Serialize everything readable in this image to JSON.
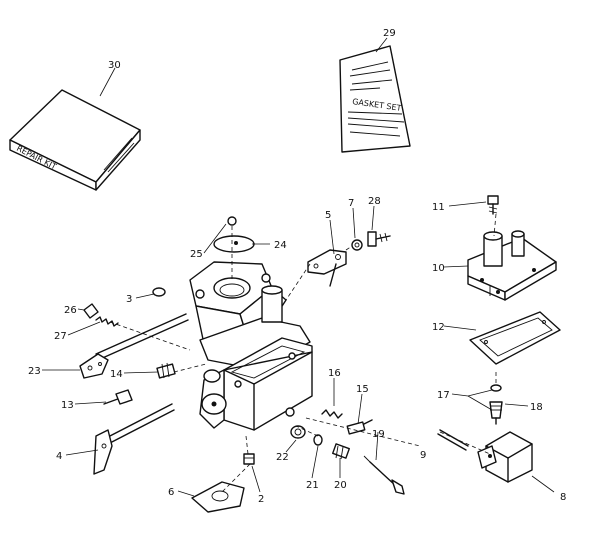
{
  "diagram": {
    "callouts": [
      {
        "id": "c30",
        "label": "30"
      },
      {
        "id": "c29",
        "label": "29"
      },
      {
        "id": "c11",
        "label": "11"
      },
      {
        "id": "c10",
        "label": "10"
      },
      {
        "id": "c12",
        "label": "12"
      },
      {
        "id": "c17",
        "label": "17"
      },
      {
        "id": "c18",
        "label": "18"
      },
      {
        "id": "c9",
        "label": "9"
      },
      {
        "id": "c8",
        "label": "8"
      },
      {
        "id": "c28",
        "label": "28"
      },
      {
        "id": "c7",
        "label": "7"
      },
      {
        "id": "c5",
        "label": "5"
      },
      {
        "id": "c24",
        "label": "24"
      },
      {
        "id": "c25",
        "label": "25"
      },
      {
        "id": "c3",
        "label": "3"
      },
      {
        "id": "c26",
        "label": "26"
      },
      {
        "id": "c27",
        "label": "27"
      },
      {
        "id": "c23",
        "label": "23"
      },
      {
        "id": "c14",
        "label": "14"
      },
      {
        "id": "c13",
        "label": "13"
      },
      {
        "id": "c4",
        "label": "4"
      },
      {
        "id": "c6",
        "label": "6"
      },
      {
        "id": "c2",
        "label": "2"
      },
      {
        "id": "c22",
        "label": "22"
      },
      {
        "id": "c21",
        "label": "21"
      },
      {
        "id": "c20",
        "label": "20"
      },
      {
        "id": "c16",
        "label": "16"
      },
      {
        "id": "c15",
        "label": "15"
      },
      {
        "id": "c19",
        "label": "19"
      }
    ],
    "repair_kit_label": "REPAIR  KIT",
    "gasket_set_label": "GASKET SET"
  },
  "colors": {
    "ink": "#111111",
    "paper": "#ffffff"
  }
}
